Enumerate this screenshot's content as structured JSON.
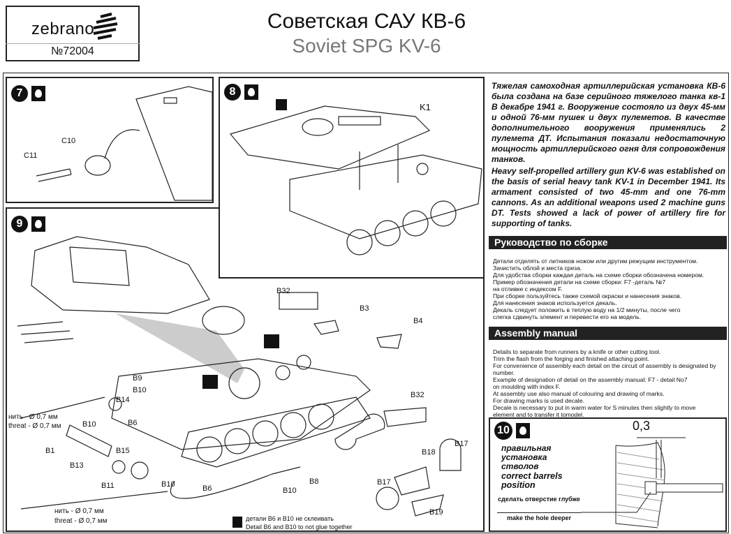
{
  "header": {
    "brand": "zebrano",
    "catalog_no": "№72004",
    "title_ru": "Советская САУ КВ-6",
    "title_en": "Soviet SPG KV-6"
  },
  "steps": {
    "s7": "7",
    "s8": "8",
    "s9": "9",
    "s10": "10"
  },
  "icons": [
    "step-number-icon",
    "water-drop-icon",
    "knife-icon",
    "no-glue-icon"
  ],
  "panel7": {
    "labels": [
      "C10",
      "C11"
    ]
  },
  "panel8": {
    "labels": [
      "K1"
    ]
  },
  "panel9": {
    "labels": [
      "B32",
      "B3",
      "B4",
      "B9",
      "B10",
      "B14",
      "B6",
      "B10",
      "B1",
      "B15",
      "B13",
      "B11",
      "B10",
      "B6",
      "B8",
      "B10",
      "B32",
      "B18",
      "B17",
      "B17",
      "B19"
    ],
    "thread1_ru": "нить - Ø 0,7 мм",
    "thread1_en": "threat - Ø 0,7 мм",
    "thread2_ru": "нить - Ø 0,7 мм",
    "thread2_en": "threat - Ø 0,7 мм",
    "note_ru": "детали  B6 и  B10 не склеивать",
    "note_en": "Detail B6 and B10 to not glue together"
  },
  "description": {
    "ru": "Тяжелая самоходная артиллерийская установка КВ-6 была создана на базе серийного тяжелого танка кв-1 В декабре 1941 г. Вооружение состояло из двух 45-мм и одной 76-мм пушек и двух пулеметов. В качестве дополнительного вооружения применялись 2 пулемета ДТ. Испытания показали недостаточную мощность артиллерийского огня для сопровождения танков.",
    "en": "Heavy self-propelled artillery gun KV-6 was established on the basis of serial heavy tank KV-1 in December 1941. Its armament consisted of two 45-mm and one 76-mm cannons. As an additional weapons used 2 machine guns DT. Tests showed a lack of power of artillery fire for supporting of tanks."
  },
  "manual_ru": {
    "heading": "Руководство по сборке",
    "lines": [
      "Детали  отделять от литников ножом или  другим режущим инструментом.",
      "Зачистить облой и  места среза.",
      "Для удобства сборки  каждая деталь на схеме сборки  обозначена номером.",
      "Пример обозначения детали  на схеме сборки: F7 -деталь №7",
      "на отливке с  индексом F.",
      "При  сборке пользуйтесь также схемой окраски  и  нанесения знаков.",
      "Для нанесения знаков используется декаль.",
      "Декаль следует положить в теплую воду на 1/2  минуты, после чего",
      "слегка сдвинуть элемент и  перевести  его на модель."
    ]
  },
  "manual_en": {
    "heading": "Assembly manual",
    "lines": [
      "Details to separate from runners  by a knife or  other  cutting tool.",
      "Trim the flash from the forging and  finished  attaching point.",
      "For convenience of assembly each detail on the circuit of assembly is designated  by number.",
      "Example of designation of detail on the assembly manual: F7 - detail No7",
      "on moulding  with index F.",
      "At assembly use also manual of colouring and  drawing of marks.",
      "For drawing marks is used  decale.",
      "Decale is necessary to put in warm water for  S minutes then slightly to move",
      "element  and  to transfer  it tomodel."
    ]
  },
  "panel10": {
    "ru": "правильная установка стволов",
    "en": "correct barrels position",
    "dimension": "0,3",
    "hole_ru": "сделать отверстие глубже",
    "hole_en": "make the hole deeper"
  }
}
